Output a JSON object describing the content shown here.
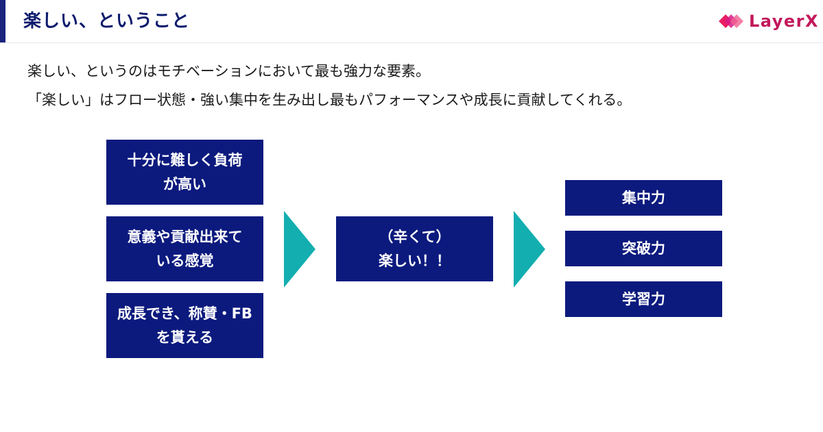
{
  "header": {
    "title": "楽しい、ということ",
    "logo_text": "LayerX"
  },
  "lead": [
    "楽しい、というのはモチベーションにおいて最も強力な要素。",
    "「楽しい」はフロー状態・強い集中を生み出し最もパフォーマンスや成長に貢献してくれる。"
  ],
  "diagram": {
    "inputs": [
      {
        "line1": "十分に難しく負荷",
        "line2": "が高い"
      },
      {
        "line1": "意義や貢献出来て",
        "line2": "いる感覚"
      },
      {
        "line1": "成長でき、称賛・FB",
        "line2": "を貰える"
      }
    ],
    "center": {
      "line1": "（辛くて）",
      "line2": "楽しい！！"
    },
    "outputs": [
      "集中力",
      "突破力",
      "学習力"
    ],
    "colors": {
      "box": "#0c1a7e",
      "arrow": "#13aeb0",
      "logo": "#c2185b",
      "title": "#0d1b6e"
    }
  }
}
